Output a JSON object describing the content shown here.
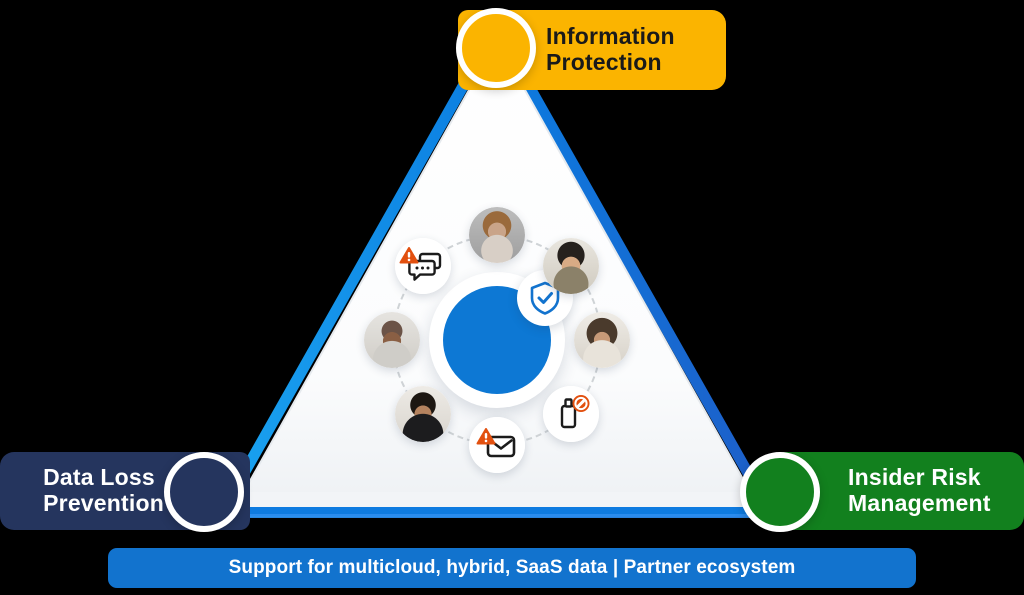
{
  "diagram": {
    "title": "Microsoft Purview data security triangle",
    "type": "triangle-pillars"
  },
  "pillars": [
    {
      "id": "information-protection",
      "label": "Information\nProtection",
      "color": "#FBB400",
      "text_color": "#1a1a1a",
      "position": "top"
    },
    {
      "id": "data-loss-prevention",
      "label": "Data Loss\nPrevention",
      "color": "#25355E",
      "text_color": "#FFFFFF",
      "position": "bottom-left"
    },
    {
      "id": "insider-risk-management",
      "label": "Insider Risk\nManagement",
      "color": "#12801E",
      "text_color": "#FFFFFF",
      "position": "bottom-right"
    }
  ],
  "triangle": {
    "fill": "#FAFBFC",
    "edge_color": "#0B7CE0",
    "base_bar_color": "#0E7BE0"
  },
  "center": {
    "core_color": "#0D78D4",
    "ring_color": "#CFD3D6",
    "shield_icon": "shield-check-icon",
    "shield_color": "#1273CE"
  },
  "ring_nodes": [
    {
      "id": "node-avatar-top",
      "kind": "avatar",
      "icon": "person-avatar",
      "angle": -90,
      "skin": "#c9a489",
      "hair": "#9a6a3c",
      "shirt": "#d8cfc6"
    },
    {
      "id": "node-avatar-upper-right",
      "kind": "avatar",
      "icon": "person-avatar",
      "angle": -45,
      "skin": "#d8ab85",
      "hair": "#26211d",
      "shirt": "#8b8169"
    },
    {
      "id": "node-avatar-right",
      "kind": "avatar",
      "icon": "person-avatar",
      "angle": 0,
      "skin": "#c79a78",
      "hair": "#4a3a2c",
      "shirt": "#e8e3da"
    },
    {
      "id": "node-usb-blocked",
      "kind": "icon",
      "icon": "usb-blocked-icon",
      "angle": 45
    },
    {
      "id": "node-email-alert",
      "kind": "icon",
      "icon": "email-alert-icon",
      "angle": 90
    },
    {
      "id": "node-avatar-lower-left",
      "kind": "avatar",
      "icon": "person-avatar",
      "angle": 135,
      "skin": "#b5835f",
      "hair": "#1d1712",
      "shirt": "#1c1c1e"
    },
    {
      "id": "node-avatar-left",
      "kind": "avatar",
      "icon": "person-avatar",
      "angle": 180,
      "skin": "#8a5f44",
      "hair": "#6b5347",
      "shirt": "#cfcdc8"
    },
    {
      "id": "node-chat-alert",
      "kind": "icon",
      "icon": "chat-alert-icon",
      "angle": -135
    }
  ],
  "footer": {
    "text": "Support for multicloud, hybrid, SaaS data | Partner ecosystem",
    "background": "#1273CE",
    "text_color": "#FFFFFF"
  }
}
